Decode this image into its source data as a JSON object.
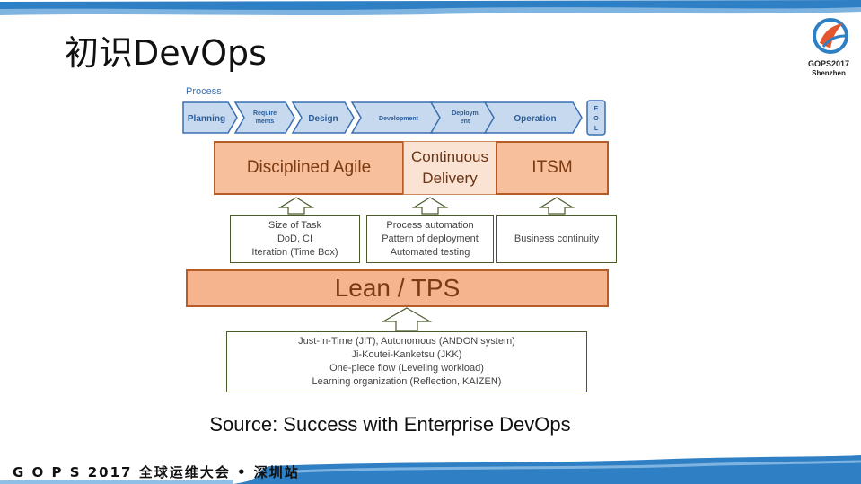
{
  "title": "初识DevOps",
  "logo": {
    "line1": "GOPS2017",
    "line2": "Shenzhen"
  },
  "process": {
    "label": "Process",
    "steps": [
      "Planning",
      "Require ments",
      "Design",
      "Development",
      "Deploym ent",
      "Operation"
    ],
    "eol": "E O L"
  },
  "frameworks": {
    "disciplined_agile": "Disciplined Agile",
    "continuous_delivery_1": "Continuous",
    "continuous_delivery_2": "Delivery",
    "itsm": "ITSM"
  },
  "practices": {
    "agile": [
      "Size of Task",
      "DoD, CI",
      "Iteration (Time Box)"
    ],
    "cd": [
      "Process automation",
      "Pattern of deployment",
      "Automated testing"
    ],
    "itsm": [
      "Business continuity"
    ]
  },
  "foundation": {
    "label": "Lean / TPS",
    "items": [
      "Just-In-Time (JIT), Autonomous (ANDON system)",
      "Ji-Koutei-Kanketsu (JKK)",
      "One-piece flow (Leveling workload)",
      "Learning organization (Reflection, KAIZEN)"
    ]
  },
  "source": "Source: Success with Enterprise DevOps",
  "footer": "G O P S 2017 全球运维大会 • 深圳站",
  "colors": {
    "accent_blue": "#3a86c8",
    "orange": "#f7bf9b",
    "orange_border": "#b65c27",
    "chevron_fill": "#c7d9ee"
  }
}
